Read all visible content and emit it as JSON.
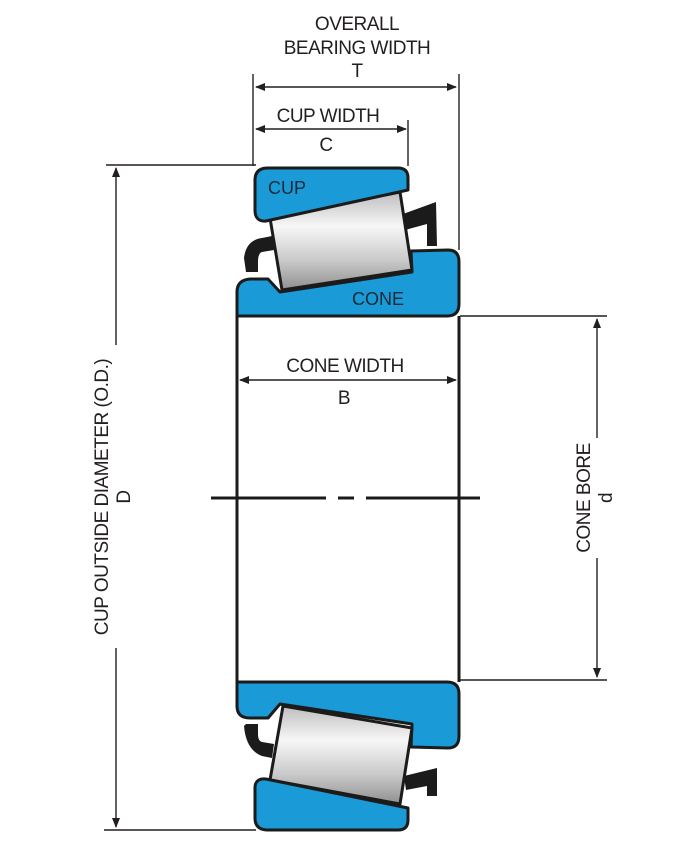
{
  "diagram": {
    "title": "Tapered roller bearing dimensions",
    "colors": {
      "race_fill": "#1a9ad6",
      "outline": "#1b1b1b",
      "roller_light": "#f4f4f4",
      "roller_dark": "#9a9a9a",
      "text": "#231f20"
    },
    "parts": {
      "cup": "CUP",
      "cone": "CONE"
    },
    "dimensions": {
      "overall_width": {
        "line1": "OVERALL",
        "line2": "BEARING WIDTH",
        "symbol": "T"
      },
      "cup_width": {
        "label": "CUP WIDTH",
        "symbol": "C"
      },
      "cone_width": {
        "label": "CONE WIDTH",
        "symbol": "B"
      },
      "cup_od": {
        "label": "CUP OUTSIDE DIAMETER (O.D.)",
        "symbol": "D"
      },
      "cone_bore": {
        "label": "CONE BORE",
        "symbol": "d"
      }
    }
  }
}
